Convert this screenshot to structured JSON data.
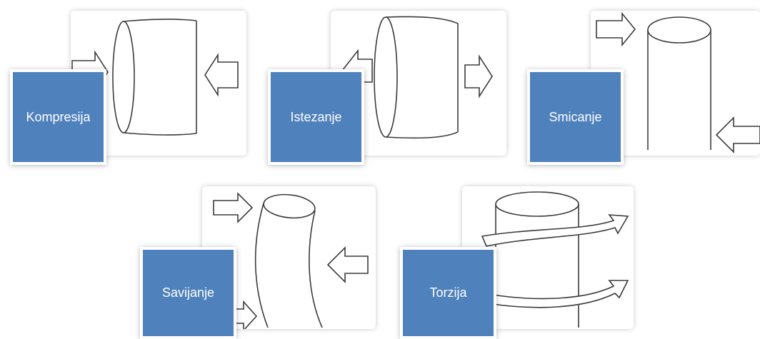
{
  "diagram": {
    "label_color": "#4f81bd",
    "items": [
      {
        "label": "Kompresija",
        "picture": "cylinder-compression-diagram"
      },
      {
        "label": "Istezanje",
        "picture": "cylinder-tension-diagram"
      },
      {
        "label": "Smicanje",
        "picture": "cylinder-shear-diagram"
      },
      {
        "label": "Savijanje",
        "picture": "cylinder-bending-diagram"
      },
      {
        "label": "Torzija",
        "picture": "cylinder-torsion-diagram"
      }
    ]
  }
}
